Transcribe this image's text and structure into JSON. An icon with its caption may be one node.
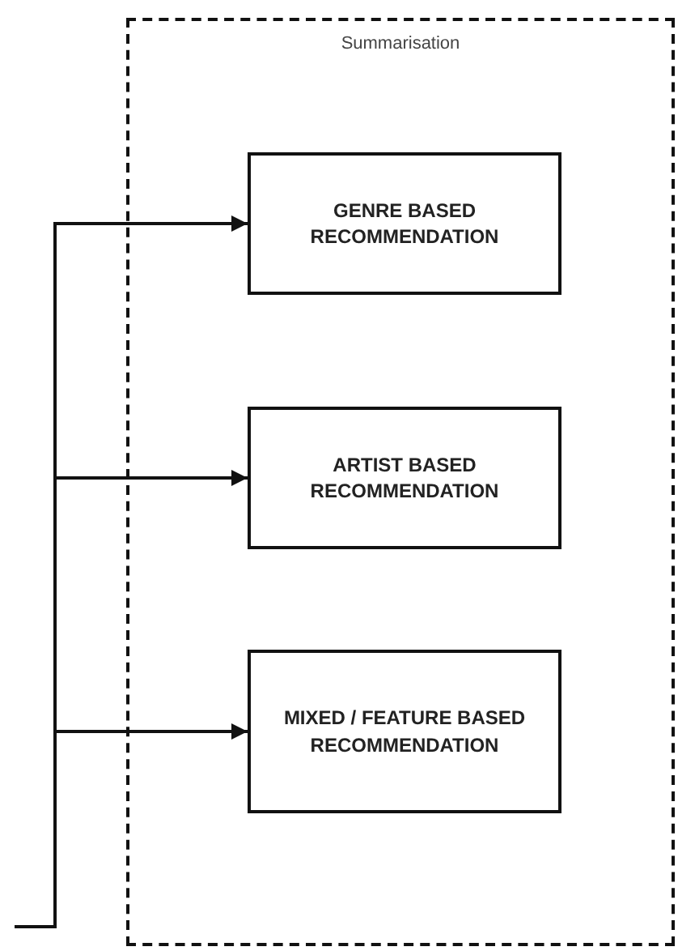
{
  "diagram": {
    "nodes": [
      {
        "text": [
          "Summarisation"
        ]
      },
      {
        "text": [
          "GENRE BASED RECOMMENDATION"
        ],
        "in": 0
      },
      {
        "text": [
          "ARTIST BASED RECOMMENDATION"
        ],
        "in": 0
      },
      {
        "text": [
          "MIXED / FEATURE BASED RECOMMENDATION"
        ],
        "in": 0
      }
    ],
    "edges": [
      {
        "from": null,
        "to": 1,
        "arrow": "to"
      },
      {
        "from": null,
        "to": 2,
        "arrow": "to"
      },
      {
        "from": null,
        "to": 3,
        "arrow": "to"
      }
    ]
  }
}
